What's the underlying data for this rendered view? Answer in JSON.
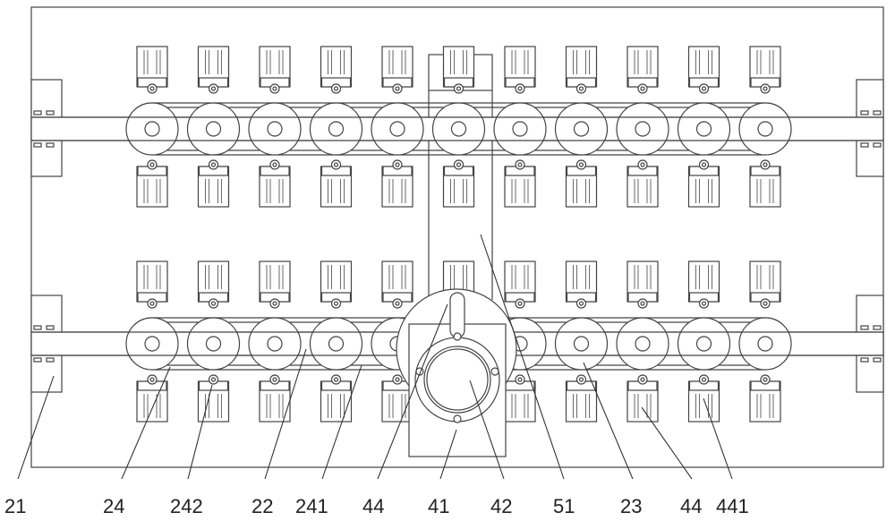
{
  "figure": {
    "labels": [
      {
        "id": "21",
        "text": "21"
      },
      {
        "id": "24",
        "text": "24"
      },
      {
        "id": "242",
        "text": "242"
      },
      {
        "id": "22",
        "text": "22"
      },
      {
        "id": "241",
        "text": "241"
      },
      {
        "id": "44a",
        "text": "44"
      },
      {
        "id": "41",
        "text": "41"
      },
      {
        "id": "42",
        "text": "42"
      },
      {
        "id": "51",
        "text": "51"
      },
      {
        "id": "23",
        "text": "23"
      },
      {
        "id": "44b",
        "text": "44"
      },
      {
        "id": "441",
        "text": "441"
      }
    ],
    "sprocket_count_per_row": 11,
    "rows": 2
  }
}
